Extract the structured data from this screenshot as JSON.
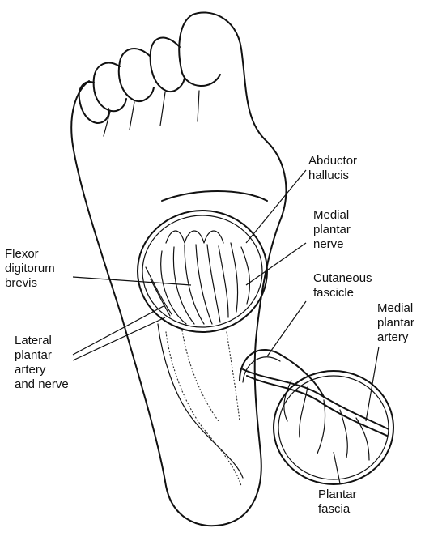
{
  "labels": {
    "abductor_hallucis": [
      "Abductor",
      "hallucis"
    ],
    "medial_plantar_nerve": [
      "Medial",
      "plantar",
      "nerve"
    ],
    "flexor_digitorum_brevis": [
      "Flexor",
      "digitorum",
      "brevis"
    ],
    "cutaneous_fascicle": [
      "Cutaneous",
      "fascicle"
    ],
    "lateral_plantar_artery_nerve": [
      "Lateral",
      "plantar",
      "artery",
      "and nerve"
    ],
    "medial_plantar_artery": [
      "Medial",
      "plantar",
      "artery"
    ],
    "plantar_fascia": [
      "Plantar",
      "fascia"
    ]
  },
  "colors": {
    "ink": "#111111",
    "background": "#ffffff"
  }
}
